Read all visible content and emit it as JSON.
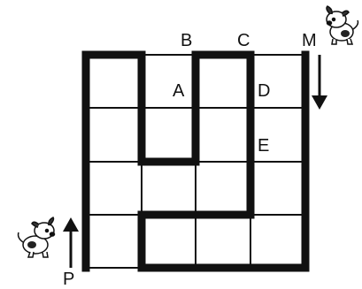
{
  "labels": {
    "B": "B",
    "C": "C",
    "M": "M",
    "A": "A",
    "D": "D",
    "E": "E",
    "P": "P"
  },
  "grid": {
    "rows": 4,
    "cols": 4
  },
  "figures": {
    "dog_top_right": "puppy-icon",
    "dog_bottom_left": "puppy-icon",
    "arrow_down": "arrow-down-icon",
    "arrow_up": "arrow-up-icon"
  }
}
